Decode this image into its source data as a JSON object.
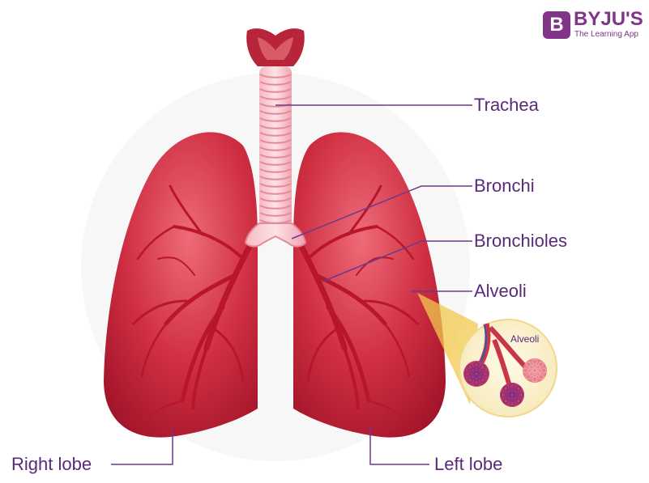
{
  "logo": {
    "mark": "B",
    "name": "BYJU'S",
    "tagline": "The Learning App"
  },
  "labels": {
    "trachea": "Trachea",
    "bronchi": "Bronchi",
    "bronchioles": "Bronchioles",
    "alveoli": "Alveoli",
    "right_lobe": "Right lobe",
    "left_lobe": "Left lobe",
    "inset_alveoli": "Alveoli"
  },
  "colors": {
    "label_text": "#5a2a7a",
    "leader_line": "#6b3a8a",
    "lung_dark": "#b0182b",
    "lung_light": "#e24b5b",
    "trachea": "#f3a9b4",
    "brand": "#813588"
  }
}
